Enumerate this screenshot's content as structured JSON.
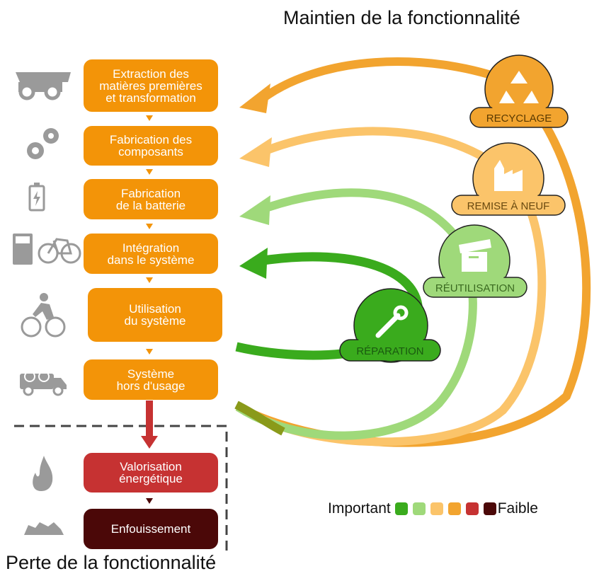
{
  "titles": {
    "top": "Maintien de la fonctionnalité",
    "bottom": "Perte de la fonctionnalité"
  },
  "steps": [
    {
      "label": "Extraction des\nmatières premières\net transformation",
      "icon": "dump-truck-icon"
    },
    {
      "label": "Fabrication des\ncomposants",
      "icon": "gears-icon"
    },
    {
      "label": "Fabrication\nde la batterie",
      "icon": "battery-icon"
    },
    {
      "label": "Intégration\ndans le système",
      "icon": "ebike-charger-icon"
    },
    {
      "label": "Utilisation\ndu système",
      "icon": "cyclist-icon"
    },
    {
      "label": "Système\nhors d'usage",
      "icon": "truck-with-bike-icon"
    }
  ],
  "loss_steps": [
    {
      "label": "Valorisation\nénergétique",
      "icon": "flame-icon"
    },
    {
      "label": "Enfouissement",
      "icon": "landfill-icon"
    }
  ],
  "loops": {
    "recyclage": {
      "label": "RECYCLAGE",
      "icon": "recycle-icon",
      "color": "#f2a42f"
    },
    "remise": {
      "label": "REMISE À NEUF",
      "icon": "factory-icon",
      "color": "#fbc46a"
    },
    "reutilisation": {
      "label": "RÉUTILISATION",
      "icon": "box-icon",
      "color": "#9fd97a"
    },
    "reparation": {
      "label": "RÉPARATION",
      "icon": "wrench-icon",
      "color": "#3aab1d"
    }
  },
  "legend": {
    "high": "Important",
    "low": "Faible",
    "colors": [
      "#3aab1d",
      "#9fd97a",
      "#fbc46a",
      "#f2a42f",
      "#c63232",
      "#4b0808"
    ]
  }
}
